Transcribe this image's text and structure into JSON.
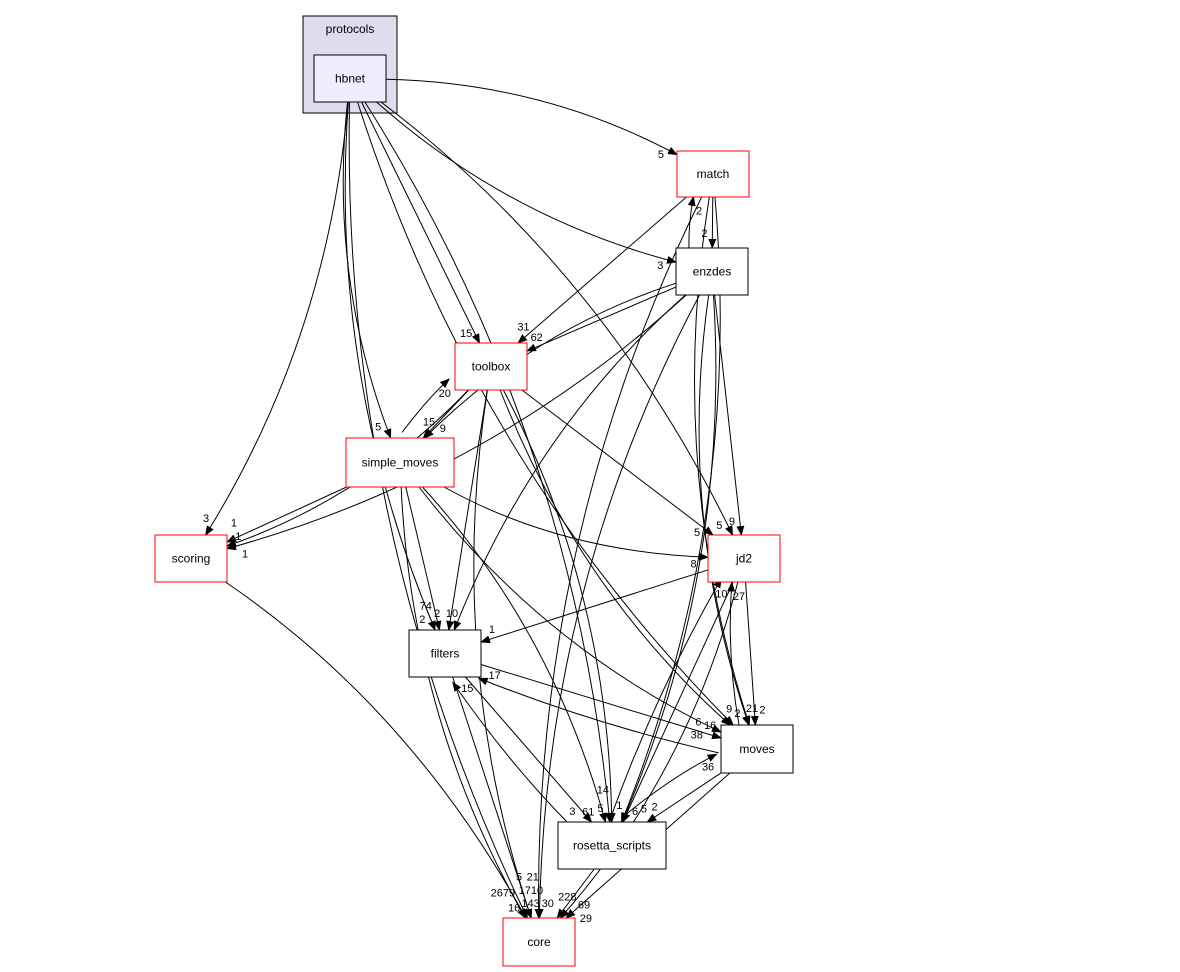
{
  "cluster": {
    "label": "protocols",
    "fill": "#ddddee"
  },
  "colors": {
    "highlight_node_fill": "#eeeeff",
    "truncated_border": "#ff0000",
    "normal_border": "#000000",
    "edge": "#000000"
  },
  "nodes": [
    {
      "id": "hbnet",
      "label": "hbnet",
      "style": "current"
    },
    {
      "id": "match",
      "label": "match",
      "style": "truncated"
    },
    {
      "id": "enzdes",
      "label": "enzdes",
      "style": "normal"
    },
    {
      "id": "toolbox",
      "label": "toolbox",
      "style": "truncated"
    },
    {
      "id": "simple_moves",
      "label": "simple_moves",
      "style": "truncated"
    },
    {
      "id": "scoring",
      "label": "scoring",
      "style": "truncated"
    },
    {
      "id": "jd2",
      "label": "jd2",
      "style": "truncated"
    },
    {
      "id": "filters",
      "label": "filters",
      "style": "normal"
    },
    {
      "id": "moves",
      "label": "moves",
      "style": "normal"
    },
    {
      "id": "rosetta_scripts",
      "label": "rosetta_scripts",
      "style": "normal"
    },
    {
      "id": "core",
      "label": "core",
      "style": "truncated"
    }
  ],
  "edges": [
    {
      "from": "hbnet",
      "to": "match",
      "label": "5"
    },
    {
      "from": "hbnet",
      "to": "enzdes",
      "label": "3"
    },
    {
      "from": "hbnet",
      "to": "toolbox",
      "label": "15"
    },
    {
      "from": "hbnet",
      "to": "simple_moves",
      "label": "5"
    },
    {
      "from": "hbnet",
      "to": "scoring",
      "label": "3"
    },
    {
      "from": "hbnet",
      "to": "filters",
      "label": "2"
    },
    {
      "from": "hbnet",
      "to": "jd2",
      "label": "5"
    },
    {
      "from": "hbnet",
      "to": "moves",
      "label": "9"
    },
    {
      "from": "hbnet",
      "to": "rosetta_scripts",
      "label": "5"
    },
    {
      "from": "hbnet",
      "to": "core",
      "label": "16"
    },
    {
      "from": "match",
      "to": "enzdes",
      "label": "2"
    },
    {
      "from": "enzdes",
      "to": "match",
      "label": "2"
    },
    {
      "from": "match",
      "to": "toolbox",
      "label": "31"
    },
    {
      "from": "match",
      "to": "moves",
      "label": "2"
    },
    {
      "from": "match",
      "to": "rosetta_scripts",
      "label": "1"
    },
    {
      "from": "match",
      "to": "core",
      "label": "143"
    },
    {
      "from": "enzdes",
      "to": "toolbox",
      "label": "62"
    },
    {
      "from": "enzdes",
      "to": "simple_moves",
      "label": "15"
    },
    {
      "from": "enzdes",
      "to": "scoring",
      "label": "1"
    },
    {
      "from": "enzdes",
      "to": "filters",
      "label": "10"
    },
    {
      "from": "enzdes",
      "to": "jd2",
      "label": "9"
    },
    {
      "from": "enzdes",
      "to": "moves",
      "label": "21"
    },
    {
      "from": "enzdes",
      "to": "rosetta_scripts",
      "label": "6"
    },
    {
      "from": "enzdes",
      "to": "core",
      "label": "30"
    },
    {
      "from": "toolbox",
      "to": "simple_moves",
      "label": "9"
    },
    {
      "from": "simple_moves",
      "to": "toolbox",
      "label": "20"
    },
    {
      "from": "toolbox",
      "to": "scoring",
      "label": "1"
    },
    {
      "from": "toolbox",
      "to": "filters",
      "label": "2"
    },
    {
      "from": "toolbox",
      "to": "jd2",
      "label": "5"
    },
    {
      "from": "toolbox",
      "to": "moves",
      "label": "16"
    },
    {
      "from": "toolbox",
      "to": "rosetta_scripts",
      "label": "14"
    },
    {
      "from": "toolbox",
      "to": "core",
      "label": "1710"
    },
    {
      "from": "simple_moves",
      "to": "scoring",
      "label": "1"
    },
    {
      "from": "simple_moves",
      "to": "jd2",
      "label": "8"
    },
    {
      "from": "simple_moves",
      "to": "filters",
      "label": "74"
    },
    {
      "from": "simple_moves",
      "to": "moves",
      "label": "38"
    },
    {
      "from": "simple_moves",
      "to": "rosetta_scripts",
      "label": "61"
    },
    {
      "from": "simple_moves",
      "to": "core",
      "label": "2679"
    },
    {
      "from": "scoring",
      "to": "core",
      "label": "5"
    },
    {
      "from": "jd2",
      "to": "filters",
      "label": "1"
    },
    {
      "from": "jd2",
      "to": "moves",
      "label": "2"
    },
    {
      "from": "moves",
      "to": "jd2",
      "label": "27"
    },
    {
      "from": "jd2",
      "to": "rosetta_scripts",
      "label": "5"
    },
    {
      "from": "rosetta_scripts",
      "to": "jd2",
      "label": "10"
    },
    {
      "from": "jd2",
      "to": "core",
      "label": "228"
    },
    {
      "from": "filters",
      "to": "moves",
      "label": "6"
    },
    {
      "from": "moves",
      "to": "filters",
      "label": "17"
    },
    {
      "from": "filters",
      "to": "rosetta_scripts",
      "label": "3"
    },
    {
      "from": "rosetta_scripts",
      "to": "filters",
      "label": "15"
    },
    {
      "from": "filters",
      "to": "core",
      "label": "21"
    },
    {
      "from": "moves",
      "to": "rosetta_scripts",
      "label": "2"
    },
    {
      "from": "rosetta_scripts",
      "to": "moves",
      "label": "36"
    },
    {
      "from": "moves",
      "to": "core",
      "label": "29"
    },
    {
      "from": "rosetta_scripts",
      "to": "core",
      "label": "69"
    }
  ]
}
